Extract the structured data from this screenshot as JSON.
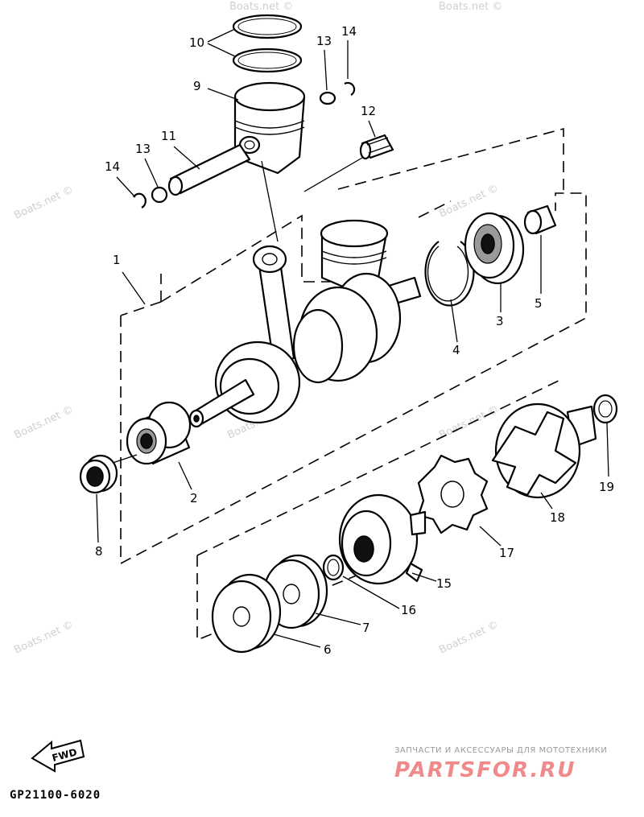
{
  "diagram": {
    "code": "GP21100-6020",
    "fwd_label": "FWD",
    "watermark": "Boats.net ©",
    "brand_caption": "ЗАПЧАСТИ И АКСЕССУАРЫ ДЛЯ МОТОТЕХНИКИ",
    "brand_logo": "PARTSFOR.RU",
    "callouts": [
      "1",
      "2",
      "3",
      "4",
      "5",
      "6",
      "7",
      "8",
      "9",
      "10",
      "11",
      "12",
      "13",
      "13",
      "14",
      "14",
      "15",
      "16",
      "17",
      "18",
      "19"
    ]
  }
}
